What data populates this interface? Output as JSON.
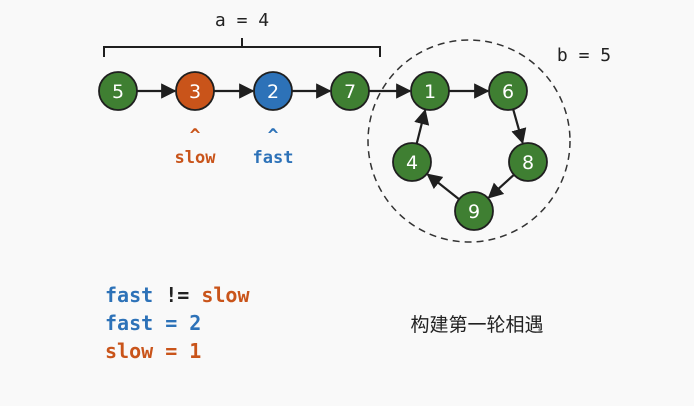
{
  "colors": {
    "node_green": "#3f7f32",
    "node_slow": "#c9541a",
    "node_fast": "#2d72b8",
    "stroke": "#1f1f1f",
    "text": "#222222",
    "slow_text": "#c9541a",
    "fast_text": "#2d72b8"
  },
  "brace_label": "a = 4",
  "cycle_label": "b = 5",
  "nodes": [
    {
      "id": "5",
      "label": "5",
      "kind": "green"
    },
    {
      "id": "3",
      "label": "3",
      "kind": "slow"
    },
    {
      "id": "2",
      "label": "2",
      "kind": "fast"
    },
    {
      "id": "7",
      "label": "7",
      "kind": "green"
    },
    {
      "id": "1",
      "label": "1",
      "kind": "green"
    },
    {
      "id": "6",
      "label": "6",
      "kind": "green"
    },
    {
      "id": "8",
      "label": "8",
      "kind": "green"
    },
    {
      "id": "9",
      "label": "9",
      "kind": "green"
    },
    {
      "id": "4",
      "label": "4",
      "kind": "green"
    }
  ],
  "edges": [
    [
      "5",
      "3"
    ],
    [
      "3",
      "2"
    ],
    [
      "2",
      "7"
    ],
    [
      "7",
      "1"
    ],
    [
      "1",
      "6"
    ],
    [
      "6",
      "8"
    ],
    [
      "8",
      "9"
    ],
    [
      "9",
      "4"
    ],
    [
      "4",
      "1"
    ]
  ],
  "pointers": {
    "slow": {
      "caret": "^",
      "label": "slow"
    },
    "fast": {
      "caret": "^",
      "label": "fast"
    }
  },
  "code": {
    "line1": {
      "fast": "fast",
      "op": " != ",
      "slow": "slow"
    },
    "line2": {
      "name": "fast",
      "op": " = ",
      "value": "2"
    },
    "line3": {
      "name": "slow",
      "op": " = ",
      "value": "1"
    }
  },
  "caption": "构建第一轮相遇"
}
